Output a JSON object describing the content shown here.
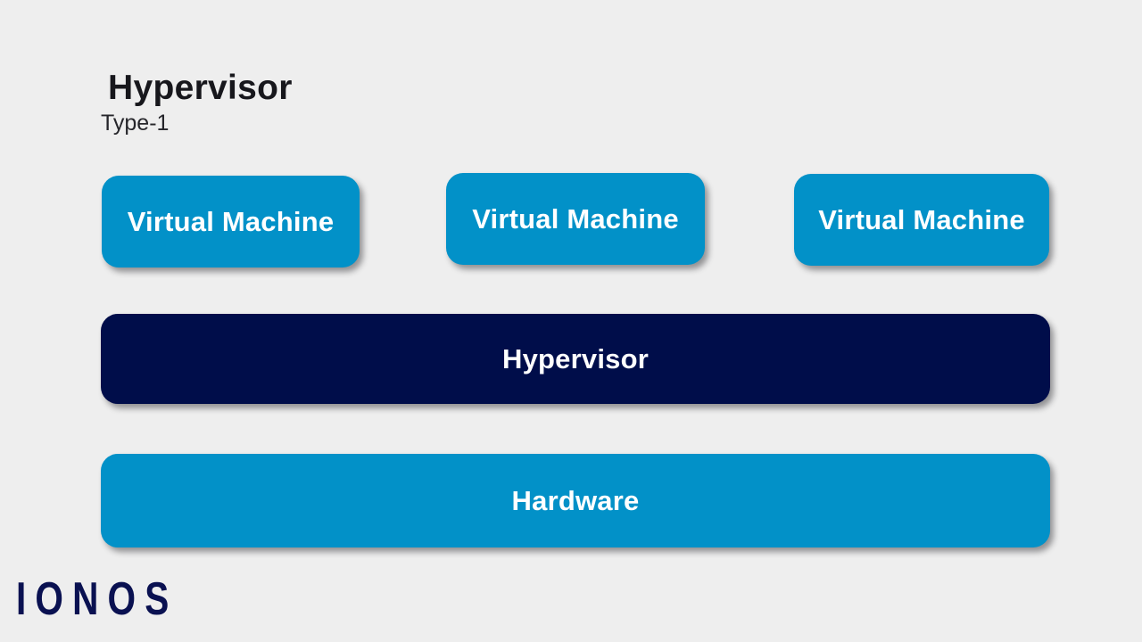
{
  "slide": {
    "background_color": "#eeeeee",
    "heading": {
      "title": "Hypervisor",
      "subtitle": "Type-1"
    },
    "vm_row": {
      "boxes": [
        {
          "label": "Virtual Machine"
        },
        {
          "label": "Virtual Machine"
        },
        {
          "label": "Virtual Machine"
        }
      ],
      "color": "#0291c8"
    },
    "hypervisor_layer": {
      "label": "Hypervisor",
      "color": "#000d4a"
    },
    "hardware_layer": {
      "label": "Hardware",
      "color": "#0291c8"
    },
    "logo": {
      "text": "IONOS",
      "color": "#0a1151"
    }
  }
}
